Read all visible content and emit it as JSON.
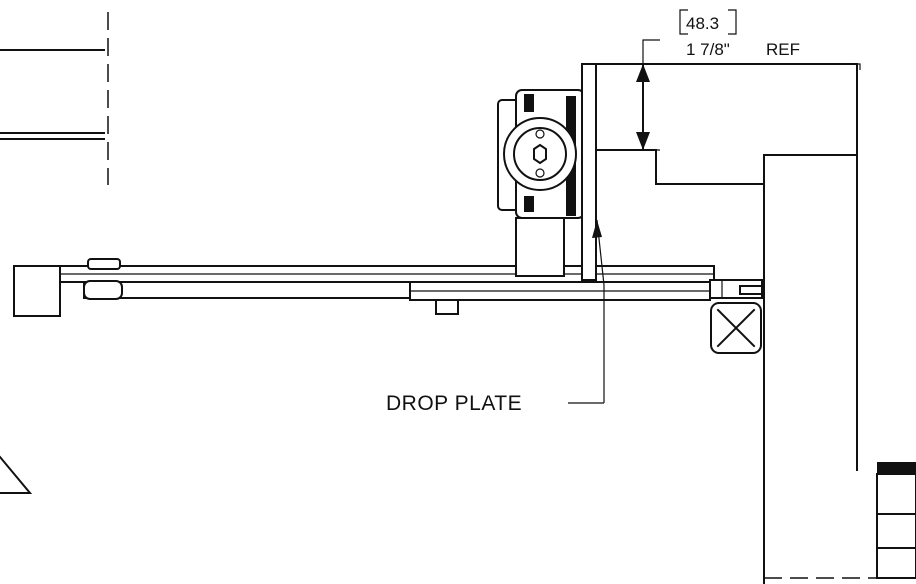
{
  "dimension": {
    "metric": "48.3",
    "imperial": "1 7/8\"",
    "suffix": "REF"
  },
  "callout": {
    "label": "DROP PLATE"
  },
  "colors": {
    "line": "#111111",
    "background": "#ffffff"
  }
}
